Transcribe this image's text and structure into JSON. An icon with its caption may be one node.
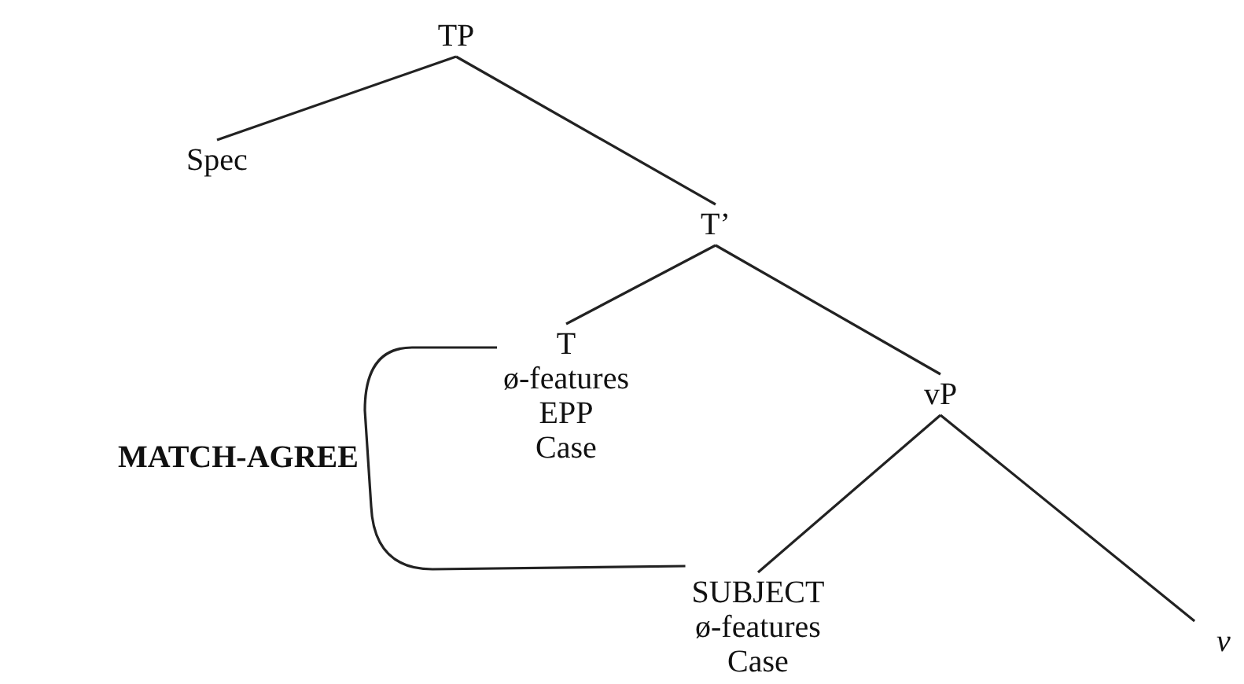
{
  "diagram": {
    "nodes": [
      {
        "text": [
          "TP"
        ]
      },
      {
        "text": [
          "Spec"
        ]
      },
      {
        "text": [
          "T’"
        ]
      },
      {
        "text": [
          "T",
          "ø-features",
          "EPP",
          "Case"
        ]
      },
      {
        "text": [
          "vP"
        ]
      },
      {
        "text": [
          "SUBJECT",
          "ø-features",
          "Case"
        ]
      },
      {
        "text": [
          "v"
        ]
      }
    ],
    "edges": [
      {
        "from": 0,
        "to": 1,
        "arrow": "none"
      },
      {
        "from": 0,
        "to": 2,
        "arrow": "none"
      },
      {
        "from": 2,
        "to": 3,
        "arrow": "none"
      },
      {
        "from": 2,
        "to": 4,
        "arrow": "none"
      },
      {
        "from": 4,
        "to": 5,
        "arrow": "none"
      },
      {
        "from": 4,
        "to": 6,
        "arrow": "none"
      },
      {
        "from": 3,
        "to": 5,
        "arrow": "none",
        "label": "MATCH-AGREE"
      }
    ]
  }
}
